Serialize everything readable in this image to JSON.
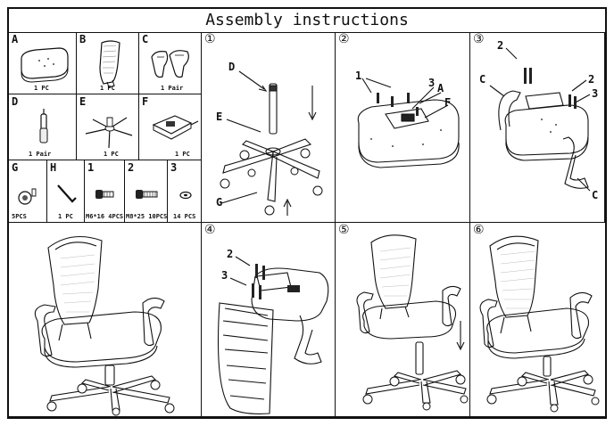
{
  "title": "Assembly instructions",
  "parts": [
    {
      "label": "A",
      "count": "1 PC",
      "icon": "seat-icon"
    },
    {
      "label": "B",
      "count": "1 PC",
      "icon": "backrest-icon"
    },
    {
      "label": "C",
      "count": "1 Pair",
      "icon": "armrest-icon"
    },
    {
      "label": "D",
      "count": "1 Pair",
      "icon": "gas-lift-icon"
    },
    {
      "label": "E",
      "count": "1 PC",
      "icon": "base-icon"
    },
    {
      "label": "F",
      "count": "1 PC",
      "icon": "mechanism-icon"
    },
    {
      "label": "G",
      "count": "5PCS",
      "icon": "caster-icon"
    },
    {
      "label": "H",
      "count": "1 PC",
      "icon": "allen-key-icon"
    },
    {
      "label": "1",
      "count": "M6*16 4PCS",
      "icon": "short-bolt-icon"
    },
    {
      "label": "2",
      "count": "M8*25 10PCS",
      "icon": "long-bolt-icon"
    },
    {
      "label": "3",
      "count": "14 PCS",
      "icon": "washer-icon"
    }
  ],
  "steps": [
    {
      "number": "①",
      "callouts": [
        "D",
        "E",
        "G"
      ]
    },
    {
      "number": "②",
      "callouts": [
        "1",
        "3",
        "A",
        "F"
      ]
    },
    {
      "number": "③",
      "callouts": [
        "2",
        "C",
        "2",
        "3",
        "C"
      ]
    },
    {
      "number": "④",
      "callouts": [
        "2",
        "3"
      ]
    },
    {
      "number": "⑤",
      "callouts": []
    },
    {
      "number": "⑥",
      "callouts": []
    }
  ]
}
